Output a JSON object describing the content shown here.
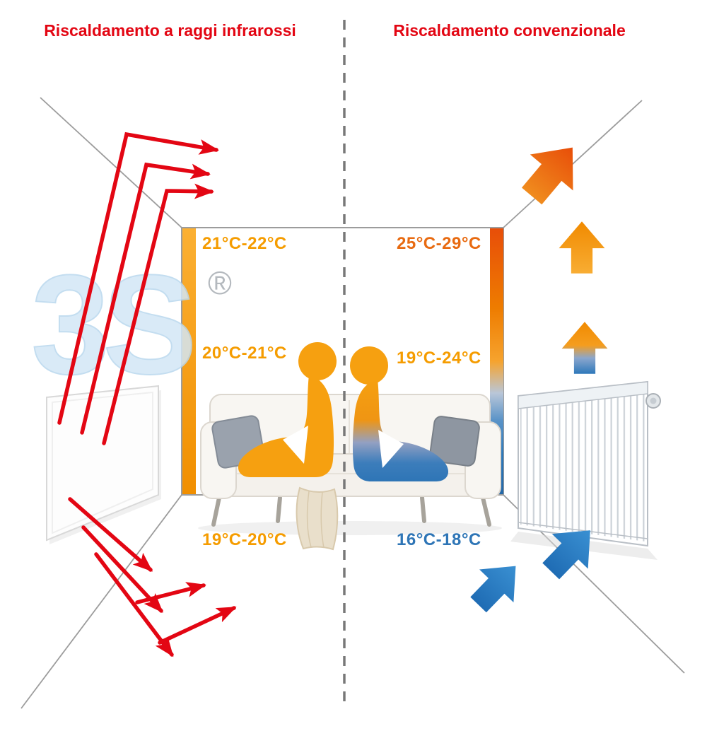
{
  "titles": {
    "left": "Riscaldamento a raggi infrarossi",
    "right": "Riscaldamento convenzionale"
  },
  "temps": {
    "ir_ceiling": "21°C-22°C",
    "ir_middle": "20°C-21°C",
    "ir_floor": "19°C-20°C",
    "conv_ceiling": "25°C-29°C",
    "conv_middle": "19°C-24°C",
    "conv_floor": "16°C-18°C"
  },
  "watermark": {
    "text": "3S",
    "registered": "®"
  },
  "colors": {
    "title_red": "#e30613",
    "ray_red": "#e30613",
    "warm_orange": "#f59c00",
    "hot_orange": "#e86a10",
    "cold_blue": "#2e75b6",
    "room_line_gray": "#9c9c9c",
    "divider_gray": "#787878",
    "watermark_blue": "#d3e7f6"
  },
  "legend": {
    "infrared_ray_arrow": "red-line-arrow",
    "warm_air_arrow": "orange-block-arrow",
    "cold_air_arrow": "blue-block-arrow"
  }
}
